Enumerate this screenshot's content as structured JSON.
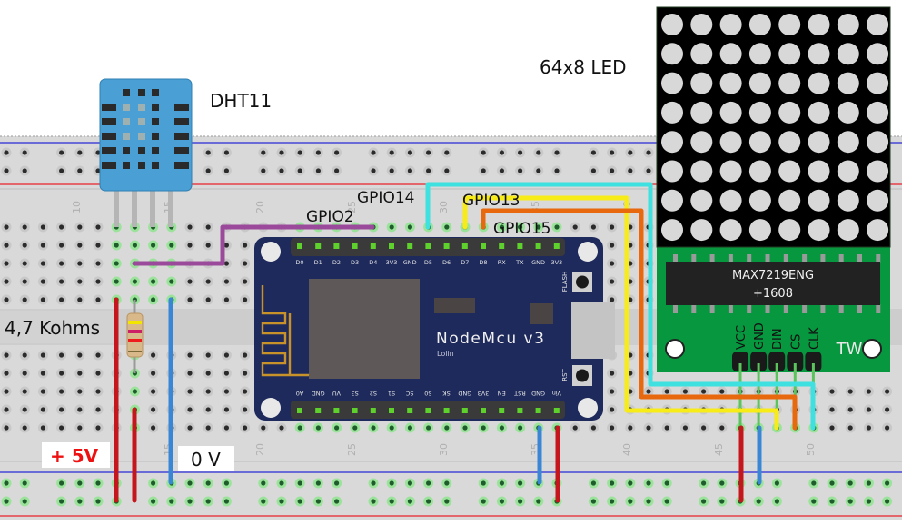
{
  "labels": {
    "dht11": "DHT11",
    "led": "64x8 LED",
    "resistor": "4,7 Kohms",
    "plus5v": "+ 5V",
    "zero_v": "0 V",
    "gpio2": "GPIO2",
    "gpio14": "GPIO14",
    "gpio13": "GPIO13",
    "gpio15": "GPIO15"
  },
  "breadboard": {
    "column_numbers": [
      "10",
      "15",
      "20",
      "25",
      "30",
      "35",
      "40",
      "45",
      "50"
    ]
  },
  "nodemcu": {
    "title": "NodeMcu v3",
    "subtitle": "Lolin",
    "flash_label": "FLASH",
    "rst_label": "RST",
    "top_pins": [
      "D0",
      "D1",
      "D2",
      "D3",
      "D4",
      "3V3",
      "GND",
      "D5",
      "D6",
      "D7",
      "D8",
      "RX",
      "TX",
      "GND",
      "3V3"
    ],
    "bottom_pins": [
      "A0",
      "GND",
      "VU",
      "S3",
      "S2",
      "S1",
      "SC",
      "S0",
      "SK",
      "GND",
      "3V3",
      "EN",
      "RST",
      "GND",
      "Vin"
    ]
  },
  "max7219": {
    "chip_line1": "MAX7219ENG",
    "chip_line2": "+1608",
    "pins": [
      "VCC",
      "GND",
      "DIN",
      "CS",
      "CLK"
    ],
    "logo": "TW",
    "matrix_rows": 8,
    "matrix_cols": 8
  },
  "colors": {
    "breadboard": "#d9d9d9",
    "hole": "#2b2b2b",
    "rail_red": "#e8232a",
    "rail_blue": "#2a2ad8",
    "nodemcu_board": "#1e2a5c",
    "dht_body": "#4aa0d5",
    "max_pcb": "#06973f",
    "wire_red": "#c4161c",
    "wire_blue": "#3a86d6",
    "wire_purple": "#9b4a9b",
    "wire_cyan": "#3fe0e0",
    "wire_yellow": "#f8ec18",
    "wire_orange": "#e8680e"
  }
}
